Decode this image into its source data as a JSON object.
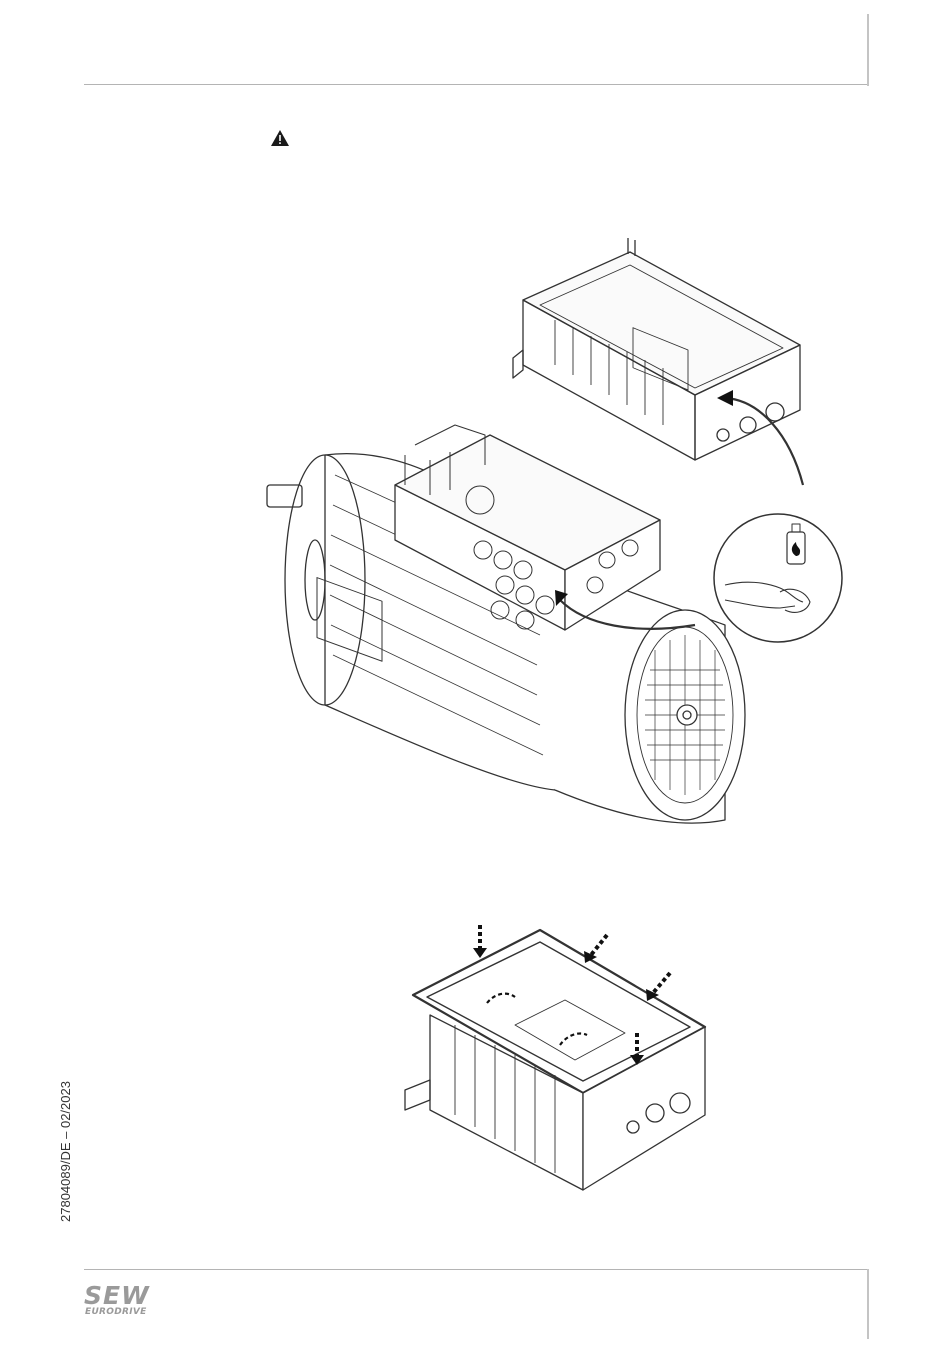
{
  "page": {
    "warning_symbol": "warning-triangle-icon",
    "document_number": "27804089/DE – 02/2023"
  },
  "logo": {
    "main": "SEW",
    "sub": "EURODRIVE"
  },
  "figures": [
    {
      "name": "motor-with-connection-box",
      "icons": [
        "curved-arrow-icon",
        "cleaning-instruction-icon",
        "flammable-bottle-icon"
      ]
    },
    {
      "name": "housing-with-seal",
      "icons": [
        "dashed-arrow-icon"
      ]
    }
  ],
  "colors": {
    "line": "#333333",
    "rule": "#b4b4b4",
    "logo": "#9a9a9a"
  }
}
